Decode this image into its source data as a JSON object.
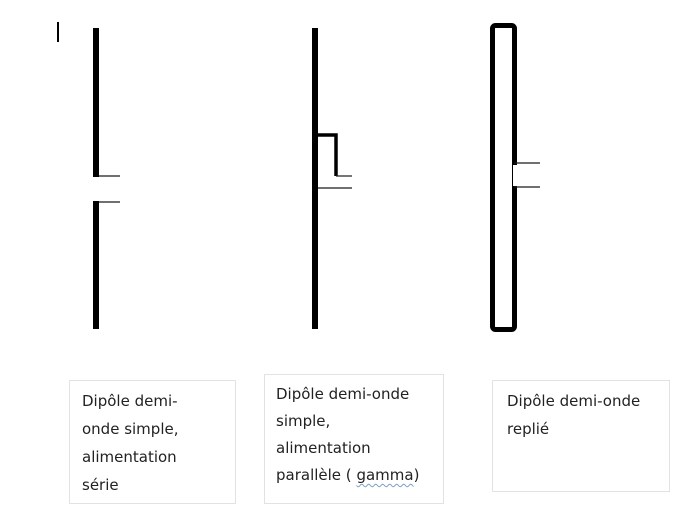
{
  "captions": [
    {
      "id": "series-fed",
      "lines": [
        "Dipôle demi-",
        "onde simple,",
        "alimentation",
        "série"
      ]
    },
    {
      "id": "gamma-fed",
      "lines": [
        "Dipôle demi-onde",
        "simple,",
        "alimentation",
        "parallèle ("
      ],
      "squiggle_word": "gamma",
      "tail": ")"
    },
    {
      "id": "folded",
      "lines": [
        "Dipôle demi-onde",
        "replié"
      ]
    }
  ],
  "colors": {
    "antenna": "#000000",
    "feedline": "#1a1a1a",
    "caption_border": "#e2e2e2",
    "caption_text": "#222222",
    "spellcheck_underline": "#7a9ec9"
  }
}
